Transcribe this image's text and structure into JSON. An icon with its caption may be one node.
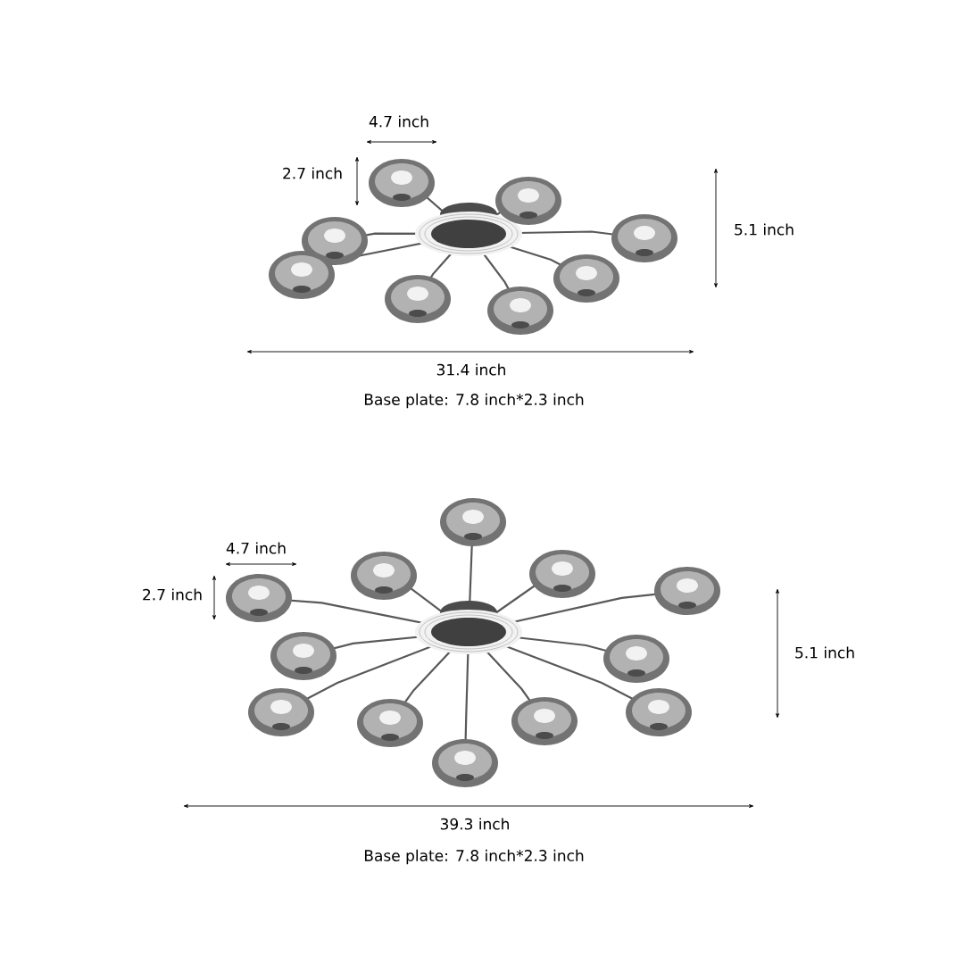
{
  "diagram": {
    "labels": [
      "4.7 inch",
      "2.7 inch",
      "5.1 inch",
      "31.4 inch",
      "Base plate:  7.8 inch*2.3 inch",
      "4.7 inch",
      "2.7 inch",
      "5.1 inch",
      "39.3 inch",
      "Base plate:  7.8 inch*2.3 inch"
    ]
  }
}
